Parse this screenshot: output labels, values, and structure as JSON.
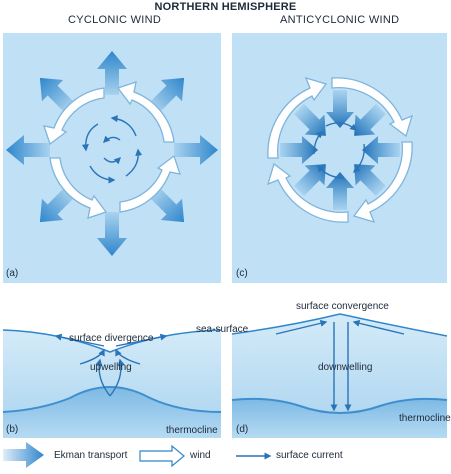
{
  "title": "NORTHERN HEMISPHERE",
  "panel_a": {
    "heading": "CYCLONIC WIND",
    "label": "(a)"
  },
  "panel_c": {
    "heading": "ANTICYCLONIC WIND",
    "label": "(c)"
  },
  "panel_b": {
    "label": "(b)",
    "surface_text": "surface divergence",
    "flow_text": "upwelling",
    "thermocline_text": "thermocline"
  },
  "panel_d": {
    "label": "(d)",
    "surface_text": "surface convergence",
    "flow_text": "downwelling",
    "thermocline_text": "thermocline"
  },
  "sea_surface": "sea-surface",
  "legend": {
    "ekman": "Ekman transport",
    "wind": "wind",
    "current": "surface current"
  },
  "colors": {
    "panel_bg": "#bfe0f5",
    "ekman_blue": "#2f86cc",
    "water_top": "#cfe8f7",
    "thermocline": "#5ea6d9",
    "arrow_dark": "#2a74b8"
  }
}
